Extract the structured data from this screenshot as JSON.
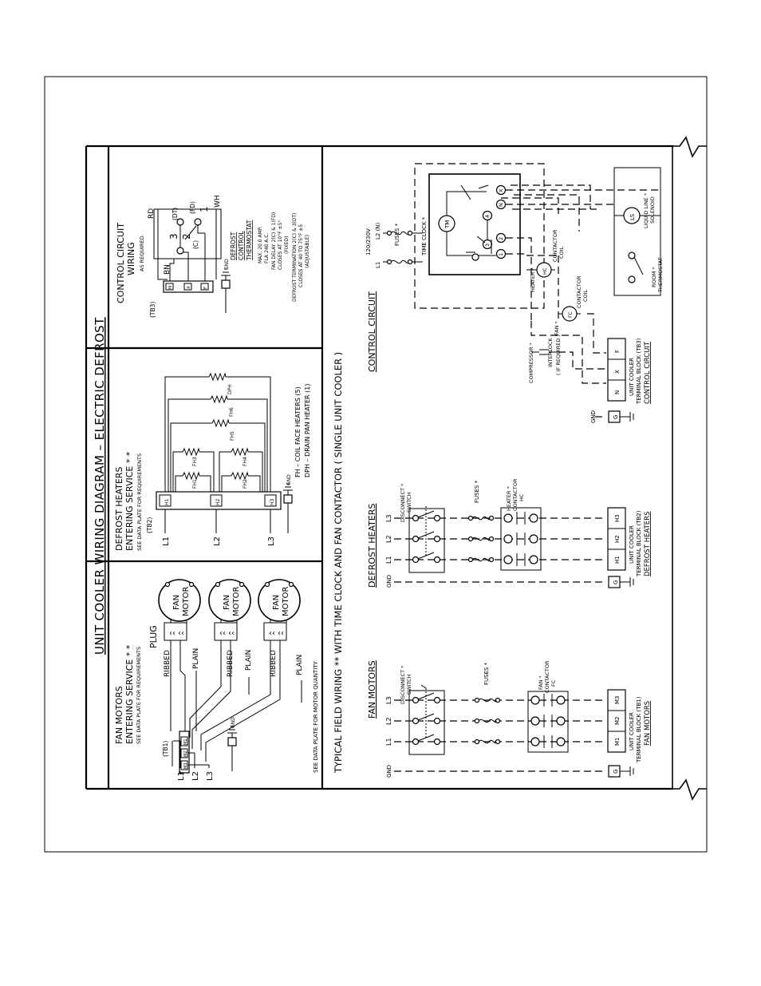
{
  "title": "UNIT COOLER WIRING DIAGRAM  –  ELECTRIC DEFROST",
  "fan_motors_panel": {
    "heading1": "FAN MOTORS",
    "heading2": "ENTERING SERVICE * *",
    "note": "SEE DATA PLATE FOR REQUIREMENTS",
    "plug": "PLUG",
    "tb": "(TB1)",
    "terminals": [
      "M1",
      "M2",
      "M3"
    ],
    "lines": [
      "L1",
      "L2",
      "L3"
    ],
    "gnd": "GND",
    "ribbed": "RIBBED",
    "plain": "PLAIN",
    "fan": "FAN",
    "motor": "MOTOR",
    "footnote": "SEE DATA PLATE FOR MOTOR QUANTITY"
  },
  "defrost_heaters_panel": {
    "heading1": "DEFROST HEATERS",
    "heading2": "ENTERING SERVICE * *",
    "note": "SEE DATA PLATE FOR REQUIREMENTS",
    "tb": "(TB2)",
    "terminals": [
      "H1",
      "H2",
      "H3"
    ],
    "lines": [
      "L1",
      "L2",
      "L3"
    ],
    "gnd": "GND",
    "heaters": [
      "FH1",
      "FH2",
      "FH3",
      "FH4",
      "FH5",
      "FH6",
      "DPH"
    ],
    "legend1": "FH – COIL FACE HEATERS (5)",
    "legend2": "DPH – DRAIN PAN HEATER (1)"
  },
  "control_panel": {
    "heading1": "CONTROL CIRCUIT",
    "heading2": "WIRING",
    "note": "AS REQUIRED.",
    "tb": "(TB3)",
    "terminals": [
      "N",
      "X",
      "F"
    ],
    "gnd": "GND",
    "wire_bn": "BN",
    "wire_rd": "RD",
    "wire_wh": "WH",
    "contacts": [
      "3",
      "2",
      "1"
    ],
    "labels": [
      "(DT)",
      "(FD)",
      "(C)"
    ],
    "thermostat": [
      "DEFROST",
      "CONTROL",
      "THERMOSTAT"
    ],
    "specs": [
      "MAX. 20.0 AMP.",
      "FLA 240 A.C.",
      "FAN DELAY 2(C) & 1(FD)",
      "CLOSES AT 10°F ±5°",
      "(FIXED)",
      "DEFROST TERMINATION 2(C) & 3(DT)",
      "CLOSES AT 40 TO 75°F ±5",
      "(ADJUSTABLE)"
    ]
  },
  "typical_heading": "TYPICAL FIELD WIRING ** WITH TIME CLOCK AND FAN CONTACTOR   ( SINGLE UNIT COOLER )",
  "fan_motors_circuit": {
    "title": "FAN MOTORS",
    "gnd": "GND",
    "lines": [
      "L1",
      "L2",
      "L3"
    ],
    "disconnect": [
      "DISCONNECT *",
      "SWITCH"
    ],
    "fuses": "FUSES *",
    "contactor": [
      "FAN *",
      "CONTACTOR",
      "FC"
    ],
    "g": "G",
    "terminals": [
      "M1",
      "M2",
      "M3"
    ],
    "tb1": "UNIT COOLER",
    "tb2": "TERMINAL BLOCK (TB1)",
    "tb3": "FAN MOTORS"
  },
  "defrost_heaters_circuit": {
    "title": "DEFROST HEATERS",
    "gnd": "GND",
    "lines": [
      "L1",
      "L2",
      "L3"
    ],
    "disconnect": [
      "DISCONNECT *",
      "SWITCH"
    ],
    "fuses": "FUSES *",
    "contactor": [
      "HEATER *",
      "CONTACTOR",
      "HC"
    ],
    "g": "G",
    "terminals": [
      "H1",
      "H2",
      "H3"
    ],
    "tb1": "UNIT COOLER",
    "tb2": "TERMINAL BLOCK (TB2)",
    "tb3": "DEFROST HEATERS"
  },
  "control_circuit": {
    "title": "CONTROL CIRCUIT",
    "voltage": "120/230V",
    "l1": "L1",
    "l2": "L2 (N)",
    "fuses": "FUSES *",
    "time_clock": "TIME CLOCK *",
    "tm": "TM",
    "compressor": [
      "COMPRESSOR *",
      "INTERLOCK",
      "( IF REQUIRED )"
    ],
    "fan": [
      "FAN *",
      "CONTACTOR",
      "COIL"
    ],
    "heater": [
      "HEATER *",
      "CONTACTOR",
      "COIL"
    ],
    "fc": "FC",
    "hc": "HC",
    "clock_terminals": [
      "1",
      "2",
      "3",
      "4",
      "X",
      "N"
    ],
    "rc": [
      "ROOM *",
      "THERMOSTAT"
    ],
    "ls": "LS",
    "solenoid": [
      "LIQUID LINE *",
      "SOLENOID"
    ],
    "terminals": [
      "N",
      "X",
      "F"
    ],
    "g": "G",
    "gnd": "GND",
    "tb1": "UNIT COOLER",
    "tb2": "TERMINAL BLOCK (TB3)",
    "tb3": "CONTROL CIRCUIT"
  }
}
